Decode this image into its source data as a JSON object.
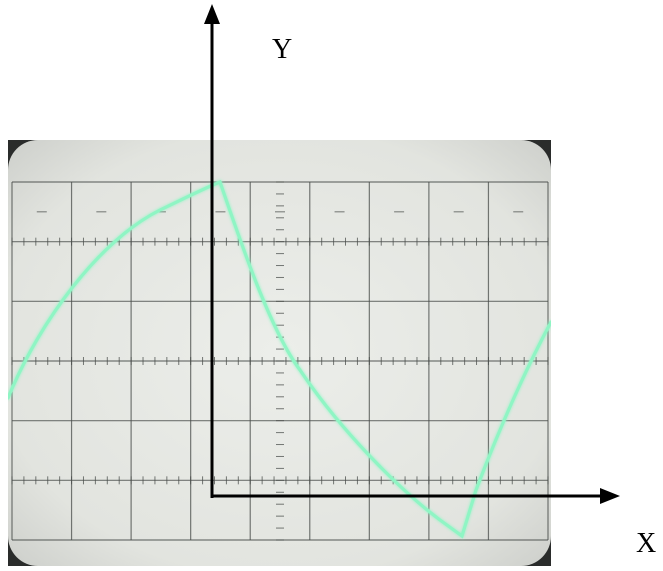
{
  "photo": {
    "subject": "oscilloscope-screen",
    "trace_color": "#8ff5c4",
    "screen_color": "#e6e8e3",
    "grid_color": "#4a4d4b",
    "bezel_color": "#2a2c2b"
  },
  "overlay": {
    "y_label": "Y",
    "x_label": "X",
    "arrow_color": "#000000"
  },
  "scope_grid": {
    "columns": 9,
    "rows": 6
  }
}
